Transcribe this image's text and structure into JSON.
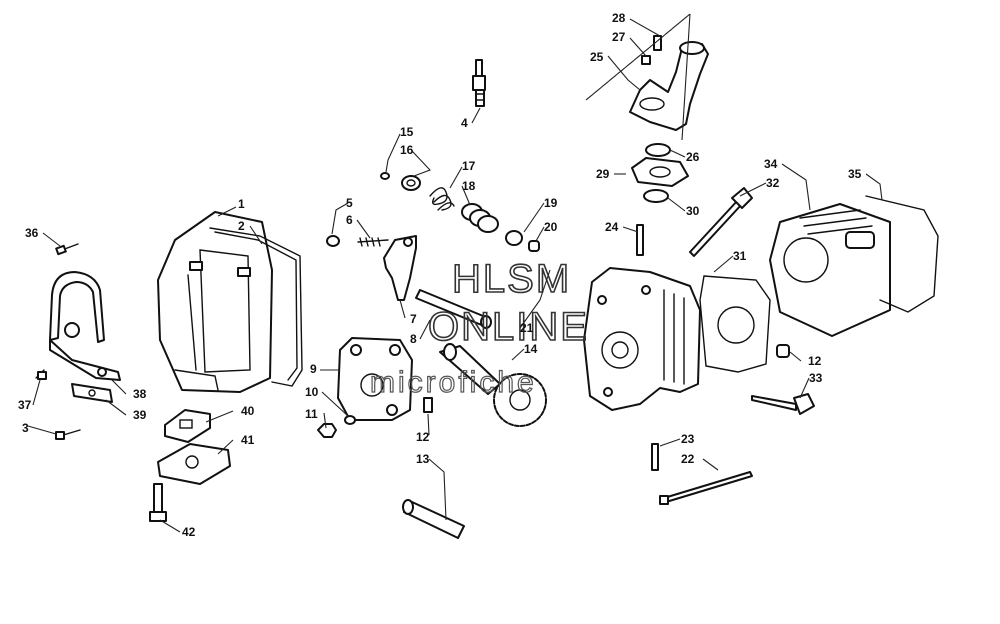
{
  "watermark": {
    "line1": "HLSM",
    "line2": "ONLINE",
    "line3": "microfiche"
  },
  "callouts": {
    "c1": "1",
    "c2": "2",
    "c3": "3",
    "c4": "4",
    "c5": "5",
    "c6": "6",
    "c7": "7",
    "c8": "8",
    "c9": "9",
    "c10": "10",
    "c11": "11",
    "c12a": "12",
    "c12b": "12",
    "c13": "13",
    "c14": "14",
    "c15": "15",
    "c16": "16",
    "c17": "17",
    "c18": "18",
    "c19": "19",
    "c20": "20",
    "c21": "21",
    "c22": "22",
    "c23": "23",
    "c24": "24",
    "c25": "25",
    "c26": "26",
    "c27": "27",
    "c28": "28",
    "c29": "29",
    "c30": "30",
    "c31": "31",
    "c32": "32",
    "c33": "33",
    "c34": "34",
    "c35": "35",
    "c36": "36",
    "c37": "37",
    "c38": "38",
    "c39": "39",
    "c40": "40",
    "c41": "41",
    "c42": "42"
  }
}
